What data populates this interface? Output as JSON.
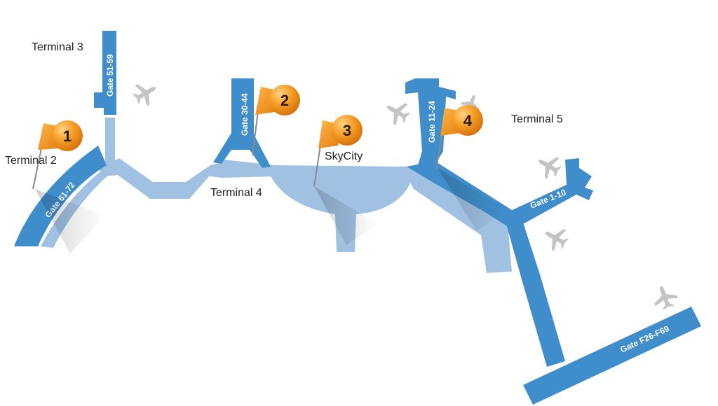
{
  "terminals": {
    "t2": "Terminal 2",
    "t3": "Terminal 3",
    "t4": "Terminal 4",
    "t5": "Terminal 5",
    "skycity": "SkyCity"
  },
  "gates": {
    "g61_72": "Gate 61-72",
    "g51_59": "Gate 51-59",
    "g30_44": "Gate 30-44",
    "g11_24": "Gate 11-24",
    "g1_10": "Gate 1-10",
    "gF26_F69": "Gate F26-F69"
  },
  "pins": {
    "p1": "1",
    "p2": "2",
    "p3": "3",
    "p4": "4"
  },
  "colors": {
    "concourse": "#3f8ecb",
    "terminal_fill": "#a0c1e2",
    "pin_orange": "#f5981f",
    "plane": "#c4c4c4",
    "label": "#222222"
  }
}
